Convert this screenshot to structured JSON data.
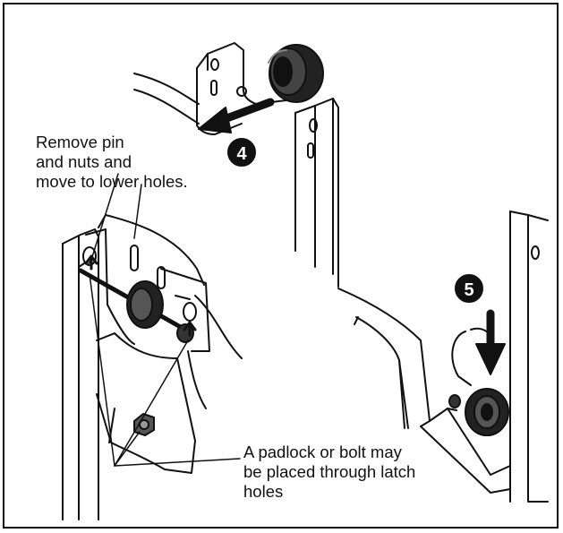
{
  "callouts": {
    "remove_pin": "Remove pin\nand nuts and\nmove to lower holes.",
    "padlock": "A padlock or bolt may\nbe placed through latch\nholes"
  },
  "steps": {
    "step4": "4",
    "step5": "5"
  },
  "colors": {
    "line": "#111111",
    "background": "#ffffff",
    "badge": "#111111"
  }
}
